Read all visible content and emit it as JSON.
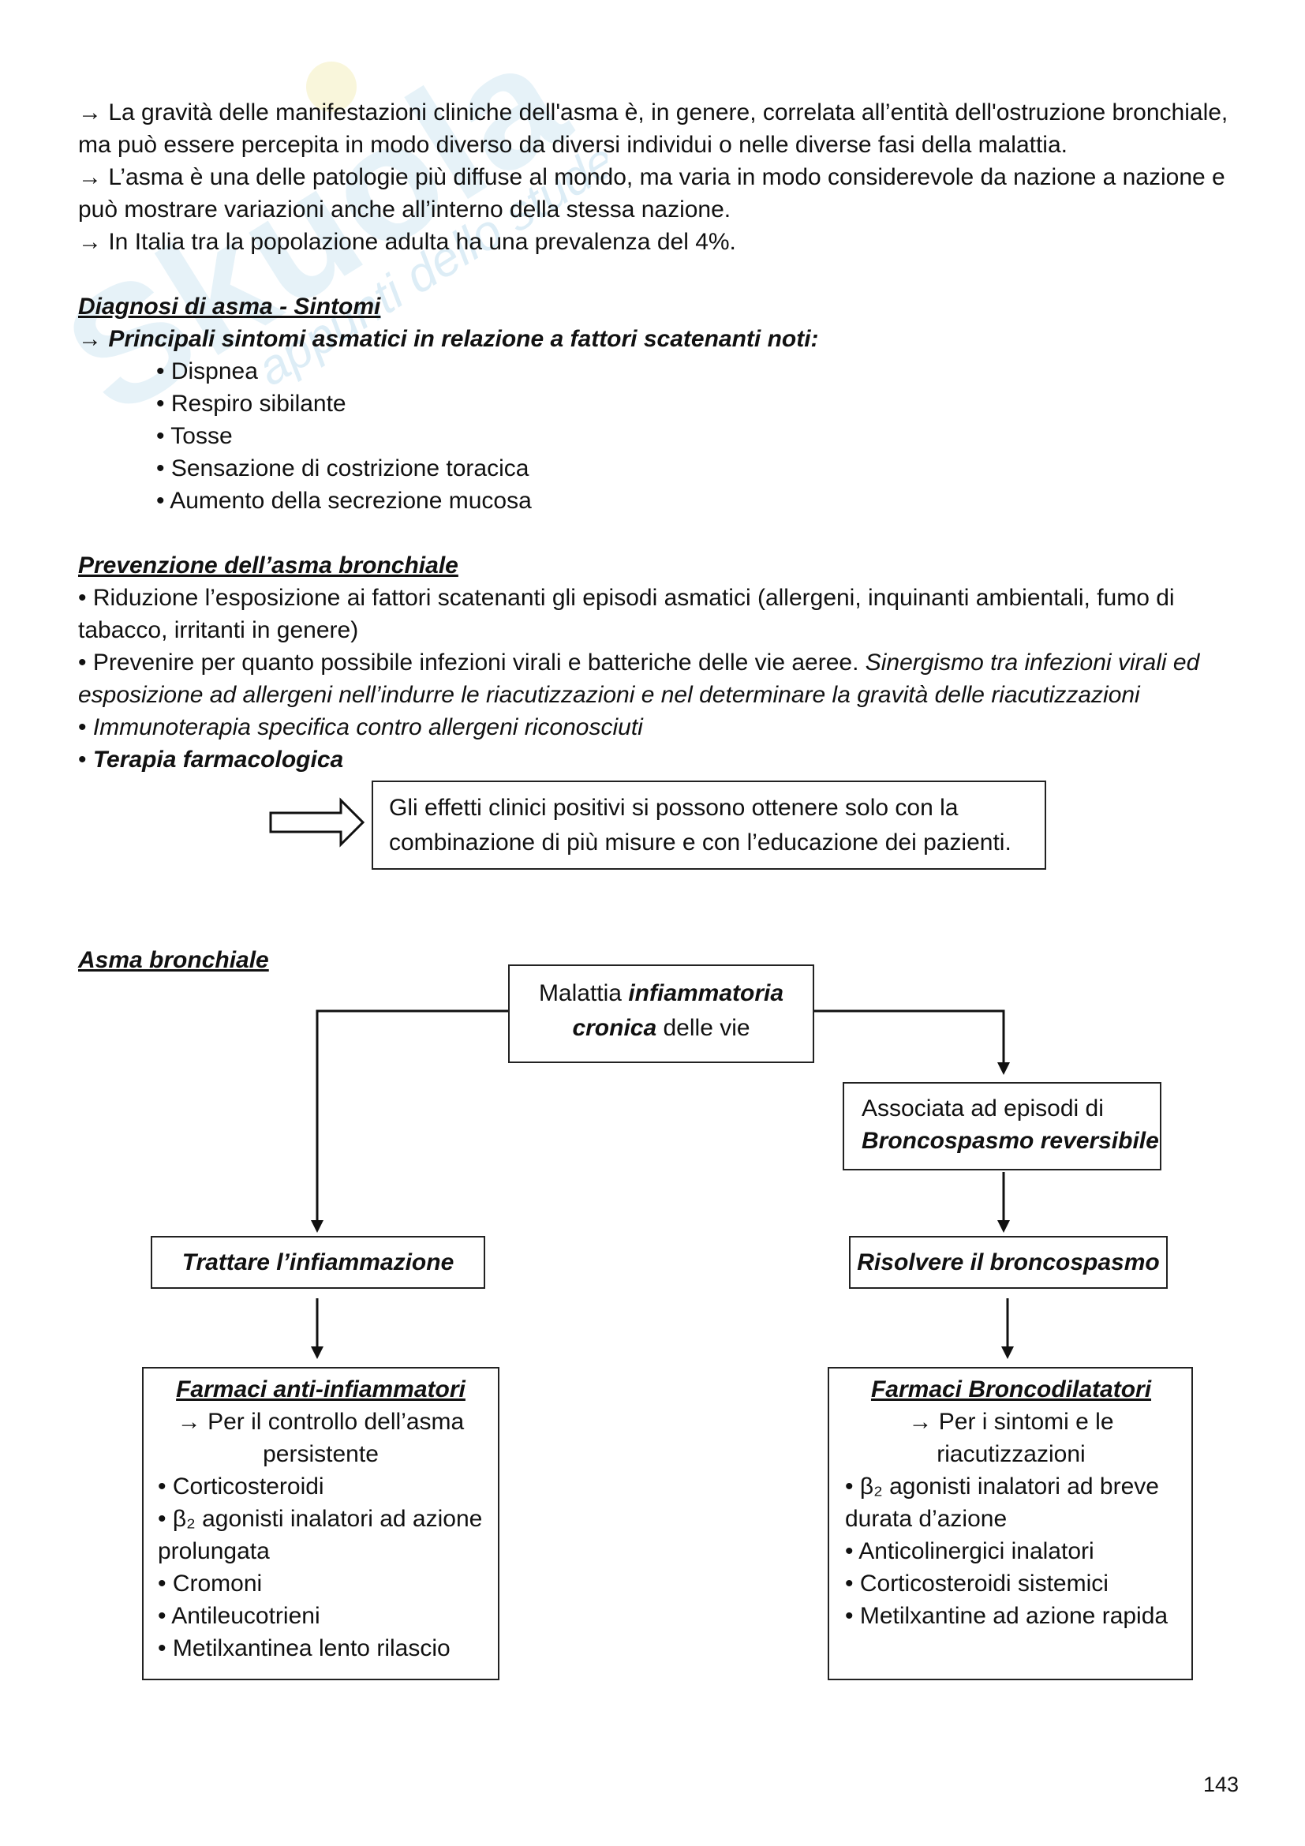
{
  "intro": {
    "line1": "→ La gravità delle manifestazioni cliniche dell'asma è, in genere, correlata all’entità dell'ostruzione bronchiale, ma può essere percepita in modo diverso da diversi individui o nelle diverse fasi della malattia.",
    "line2": "→ L’asma è una delle patologie più diffuse al mondo, ma varia in modo considerevole da nazione a nazione e può mostrare variazioni anche all’interno della stessa nazione.",
    "line3": "→ In Italia tra la popolazione adulta ha una prevalenza del 4%."
  },
  "diagnosi": {
    "heading": "Diagnosi di asma - Sintomi",
    "subheading": "→ Principali sintomi asmatici in relazione a fattori scatenanti noti:",
    "symptoms": [
      "Dispnea",
      "Respiro sibilante",
      "Tosse",
      "Sensazione di costrizione toracica",
      "Aumento della secrezione mucosa"
    ]
  },
  "prevenzione": {
    "heading": "Prevenzione dell’asma bronchiale",
    "item1": "Riduzione l’esposizione ai fattori scatenanti gli episodi asmatici (allergeni, inquinanti ambientali, fumo di tabacco, irritanti in genere)",
    "item2_plain": "Prevenire per quanto possibile infezioni virali e batteriche delle vie aeree.",
    "item2_italic": "Sinergismo tra infezioni virali ed esposizione ad allergeni nell’indurre le riacutizzazioni e nel determinare la gravità delle riacutizzazioni",
    "item3": "Immunoterapia specifica contro allergeni riconosciuti",
    "item4": "Terapia farmacologica",
    "note": "Gli effetti clinici positivi si possono ottenere solo con la combinazione di più misure e con l’educazione dei pazienti."
  },
  "asma": {
    "heading": "Asma bronchiale",
    "top_box": {
      "pre": "Malattia ",
      "bold1": "infiammatoria",
      "bold2": "cronica",
      "post": " delle vie"
    },
    "assoc_box": {
      "line1": "Associata ad episodi di",
      "line2": "Broncospasmo reversibile"
    },
    "left_action": "Trattare l’infiammazione",
    "right_action": "Risolvere il broncospasmo",
    "left_drugs": {
      "title": "Farmaci anti-infiammatori",
      "subtitle": "→ Per il controllo dell’asma persistente",
      "items": [
        "Corticosteroidi",
        "β₂ agonisti inalatori ad azione prolungata",
        "Cromoni",
        "Antileucotrieni",
        "Metilxantinea lento rilascio"
      ]
    },
    "right_drugs": {
      "title": "Farmaci Broncodilatatori",
      "subtitle": "→ Per i sintomi e le riacutizzazioni",
      "items": [
        "β₂ agonisti inalatori ad breve durata d’azione",
        "Anticolinergici inalatori",
        "Corticosteroidi sistemici",
        "Metilxantine ad azione rapida"
      ]
    }
  },
  "watermark": {
    "text1": "Skuola",
    "text2": "appunti dello studente"
  },
  "page_number": "143"
}
